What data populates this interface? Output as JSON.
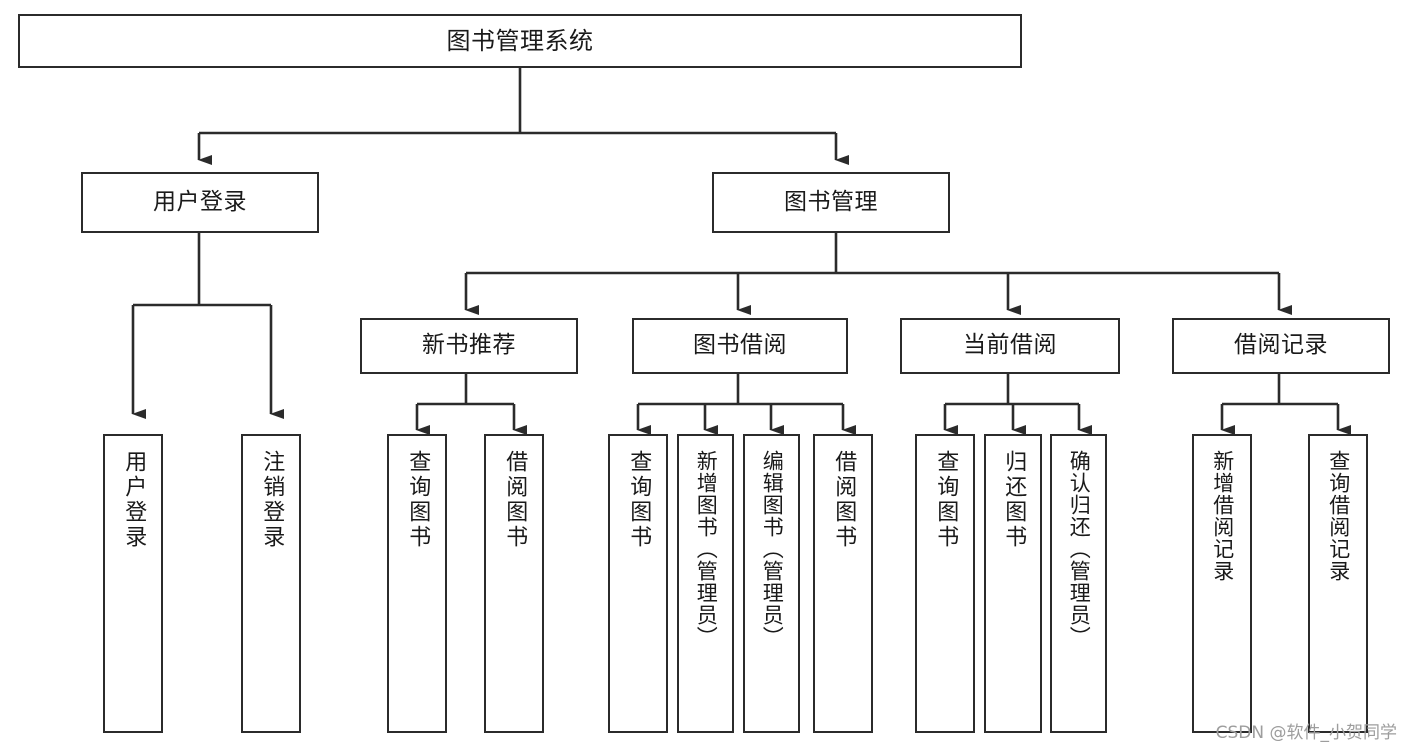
{
  "diagram": {
    "title": "图书管理系统",
    "type": "tree",
    "root": {
      "label": "图书管理系统"
    },
    "level2": [
      {
        "label": "用户登录"
      },
      {
        "label": "图书管理"
      }
    ],
    "level3": [
      {
        "label": "新书推荐"
      },
      {
        "label": "图书借阅"
      },
      {
        "label": "当前借阅"
      },
      {
        "label": "借阅记录"
      }
    ],
    "leaves": {
      "user_login": [
        {
          "label": "用户登录"
        },
        {
          "label": "注销登录"
        }
      ],
      "new_book_recommend": [
        {
          "label": "查询图书"
        },
        {
          "label": "借阅图书"
        }
      ],
      "book_borrow": [
        {
          "label": "查询图书"
        },
        {
          "label": "新增图书（管理员）"
        },
        {
          "label": "编辑图书（管理员）"
        },
        {
          "label": "借阅图书"
        }
      ],
      "current_borrow": [
        {
          "label": "查询图书"
        },
        {
          "label": "归还图书"
        },
        {
          "label": "确认归还（管理员）"
        }
      ],
      "borrow_record": [
        {
          "label": "新增借阅记录"
        },
        {
          "label": "查询借阅记录"
        }
      ]
    }
  },
  "watermark": {
    "text": "CSDN @软件_小贺同学"
  },
  "colors": {
    "stroke": "#2b2b2b",
    "fill": "#ffffff",
    "text": "#1a1a1a",
    "watermark": "#9d9d9d"
  }
}
